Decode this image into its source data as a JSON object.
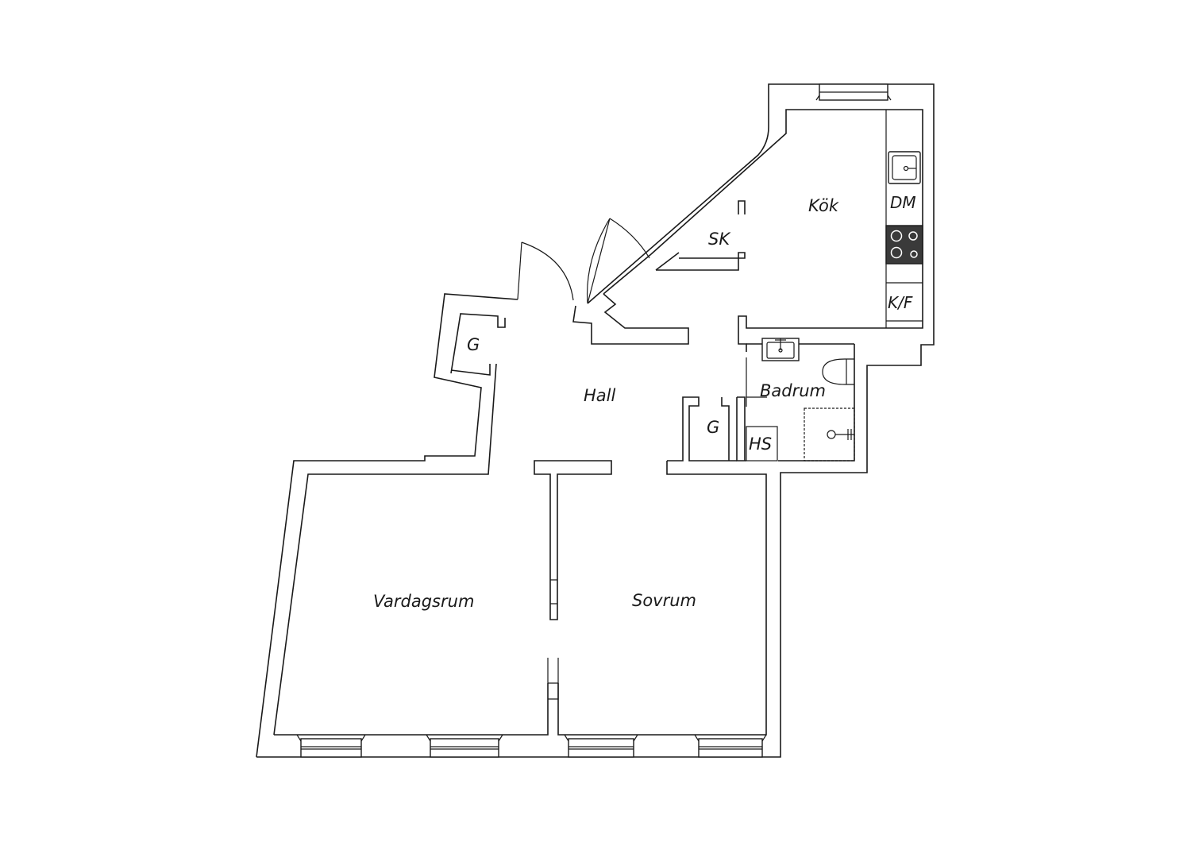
{
  "rooms": {
    "kok": "Kök",
    "sk": "SK",
    "dm": "DM",
    "kf": "K/F",
    "g_left": "G",
    "hall": "Hall",
    "badrum": "Badrum",
    "g_right": "G",
    "hs": "HS",
    "vardagsrum": "Vardagsrum",
    "sovrum": "Sovrum"
  }
}
